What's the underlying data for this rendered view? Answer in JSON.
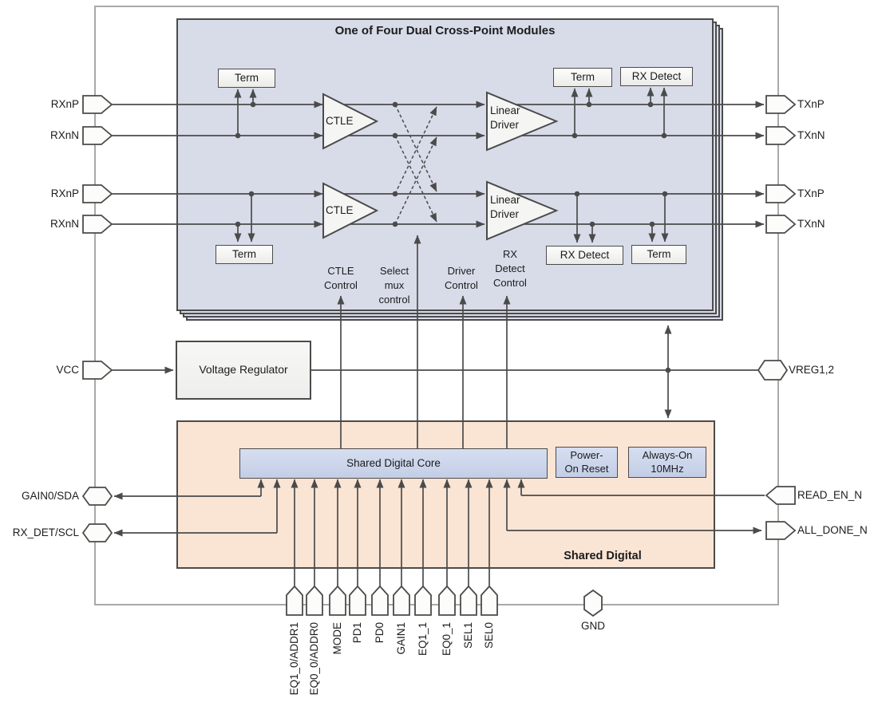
{
  "colors": {
    "module_fill": "#d8dce9",
    "digital_fill": "#fae4d4",
    "core_fill": "#ccd6ea",
    "block_fill": "#f5f5f3",
    "line": "#4b4b4b",
    "chip_boundary": "#a9a9a9"
  },
  "chip": {
    "module": {
      "title": "One of Four Dual Cross-Point Modules",
      "term": "Term",
      "rx_detect": "RX Detect",
      "ctle": "CTLE",
      "linear_driver": [
        "Linear",
        "Driver"
      ],
      "controls": {
        "ctle": [
          "CTLE",
          "Control"
        ],
        "mux": [
          "Select",
          "mux",
          "control"
        ],
        "driver": [
          "Driver",
          "Control"
        ],
        "rx_detect": [
          "RX",
          "Detect",
          "Control"
        ]
      }
    },
    "regulator": "Voltage Regulator",
    "shared_digital": {
      "title": "Shared Digital",
      "core": "Shared Digital Core",
      "por": [
        "Power-",
        "On Reset"
      ],
      "osc": [
        "Always-On",
        "10MHz"
      ]
    },
    "pins": {
      "left": [
        "RXnP",
        "RXnN",
        "RXnP",
        "RXnN",
        "VCC",
        "GAIN0/SDA",
        "RX_DET/SCL"
      ],
      "right": [
        "TXnP",
        "TXnN",
        "TXnP",
        "TXnN",
        "VREG1,2",
        "READ_EN_N",
        "ALL_DONE_N"
      ],
      "bottom": [
        "EQ1_0/ADDR1",
        "EQ0_0/ADDR0",
        "MODE",
        "PD1",
        "PD0",
        "GAIN1",
        "EQ1_1",
        "EQ0_1",
        "SEL1",
        "SEL0"
      ],
      "gnd": "GND"
    }
  }
}
